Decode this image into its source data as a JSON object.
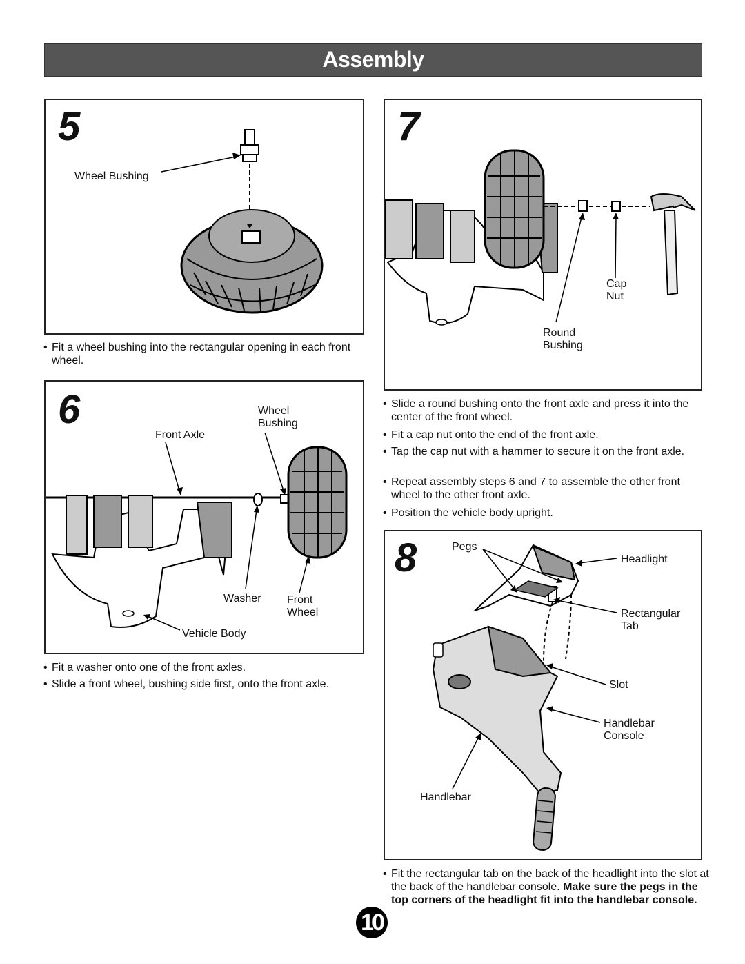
{
  "header": {
    "title": "Assembly"
  },
  "step5": {
    "number": "5",
    "labels": {
      "wheel_bushing": "Wheel Bushing"
    },
    "instructions": [
      "Fit a wheel bushing into the rectangular opening in each front wheel."
    ]
  },
  "step6": {
    "number": "6",
    "labels": {
      "wheel_bushing": "Wheel\nBushing",
      "front_axle": "Front Axle",
      "washer": "Washer",
      "front_wheel": "Front\nWheel",
      "vehicle_body": "Vehicle Body"
    },
    "instructions": [
      "Fit a washer onto one of the front axles.",
      "Slide a front wheel, bushing side first, onto the front axle."
    ]
  },
  "step7": {
    "number": "7",
    "labels": {
      "cap_nut": "Cap\nNut",
      "round_bushing": "Round\nBushing"
    },
    "instructions": [
      "Slide a round bushing onto the front axle and press it into the center of the front wheel.",
      "Fit a cap nut onto the end of the front axle.",
      "Tap the cap nut with a hammer to secure it on the front axle.",
      "Repeat assembly steps 6 and 7 to assemble the other front wheel to the other front axle.",
      "Position the vehicle body upright."
    ]
  },
  "step8": {
    "number": "8",
    "labels": {
      "pegs": "Pegs",
      "headlight": "Headlight",
      "rectangular_tab": "Rectangular\nTab",
      "slot": "Slot",
      "handlebar_console": "Handlebar\nConsole",
      "handlebar": "Handlebar"
    },
    "instruction_normal": "Fit the rectangular tab on the back of the headlight into the slot at the back of the handlebar console.",
    "instruction_bold": "Make sure the pegs in the top corners of the headlight fit into the handlebar console."
  },
  "page_number": "10"
}
